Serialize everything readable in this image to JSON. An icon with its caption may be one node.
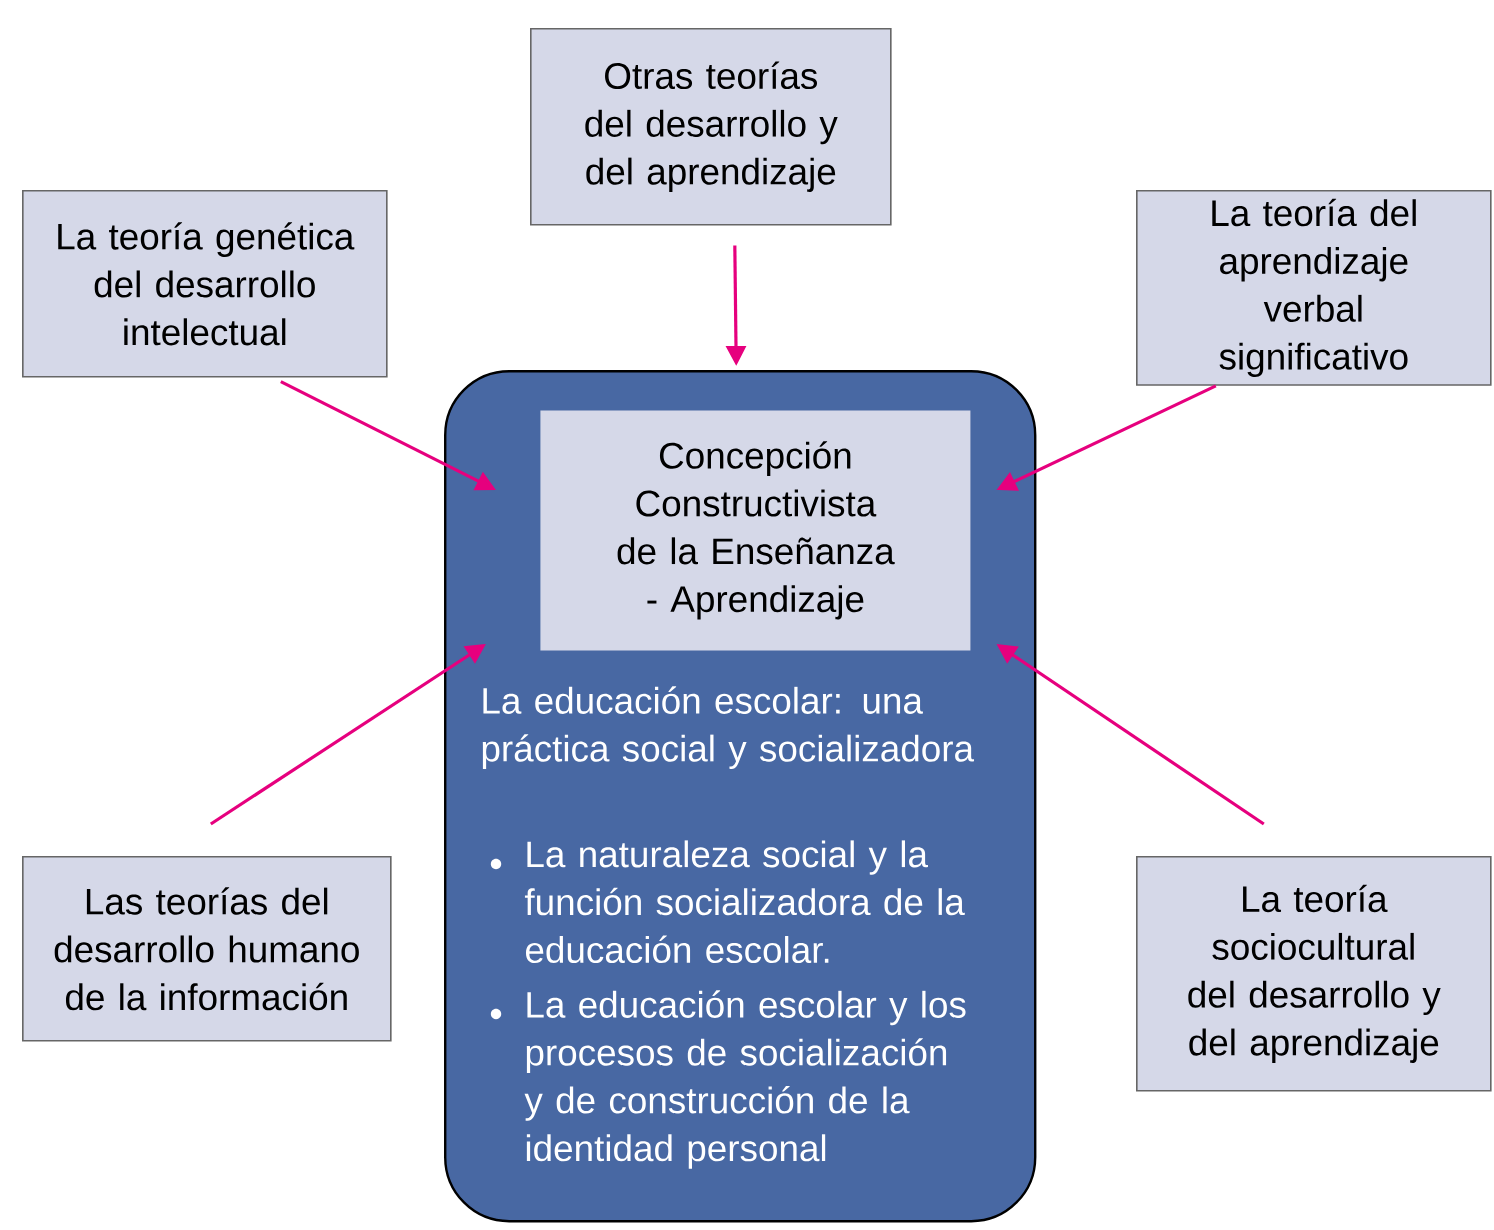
{
  "diagram": {
    "nodes": [
      {
        "text": [
          "Otras teorías del desarrollo y del aprendizaje"
        ]
      },
      {
        "text": [
          "La teoría genética del desarrollo intelectual"
        ]
      },
      {
        "text": [
          "La teoría del aprendizaje verbal significativo"
        ]
      },
      {
        "text": [
          "La educación escolar: una práctica social y socializadora",
          "La naturaleza social y la función socializadora de la educación escolar.",
          "La educación escolar y los procesos de socialización y de construcción de la identidad personal"
        ]
      },
      {
        "text": [
          "Concepción Constructivista de la Enseñanza - Aprendizaje"
        ],
        "in": 3
      },
      {
        "text": [
          "Las teorías del desarrollo humano de la información"
        ]
      },
      {
        "text": [
          "La teoría sociocultural del desarrollo y del aprendizaje"
        ]
      }
    ],
    "edges": [
      {
        "from": 0,
        "to": 3,
        "arrow": "to"
      },
      {
        "from": 1,
        "to": 3,
        "arrow": "to"
      },
      {
        "from": 2,
        "to": 3,
        "arrow": "to"
      },
      {
        "from": 5,
        "to": 3,
        "arrow": "to"
      },
      {
        "from": 6,
        "to": 3,
        "arrow": "to"
      }
    ]
  }
}
